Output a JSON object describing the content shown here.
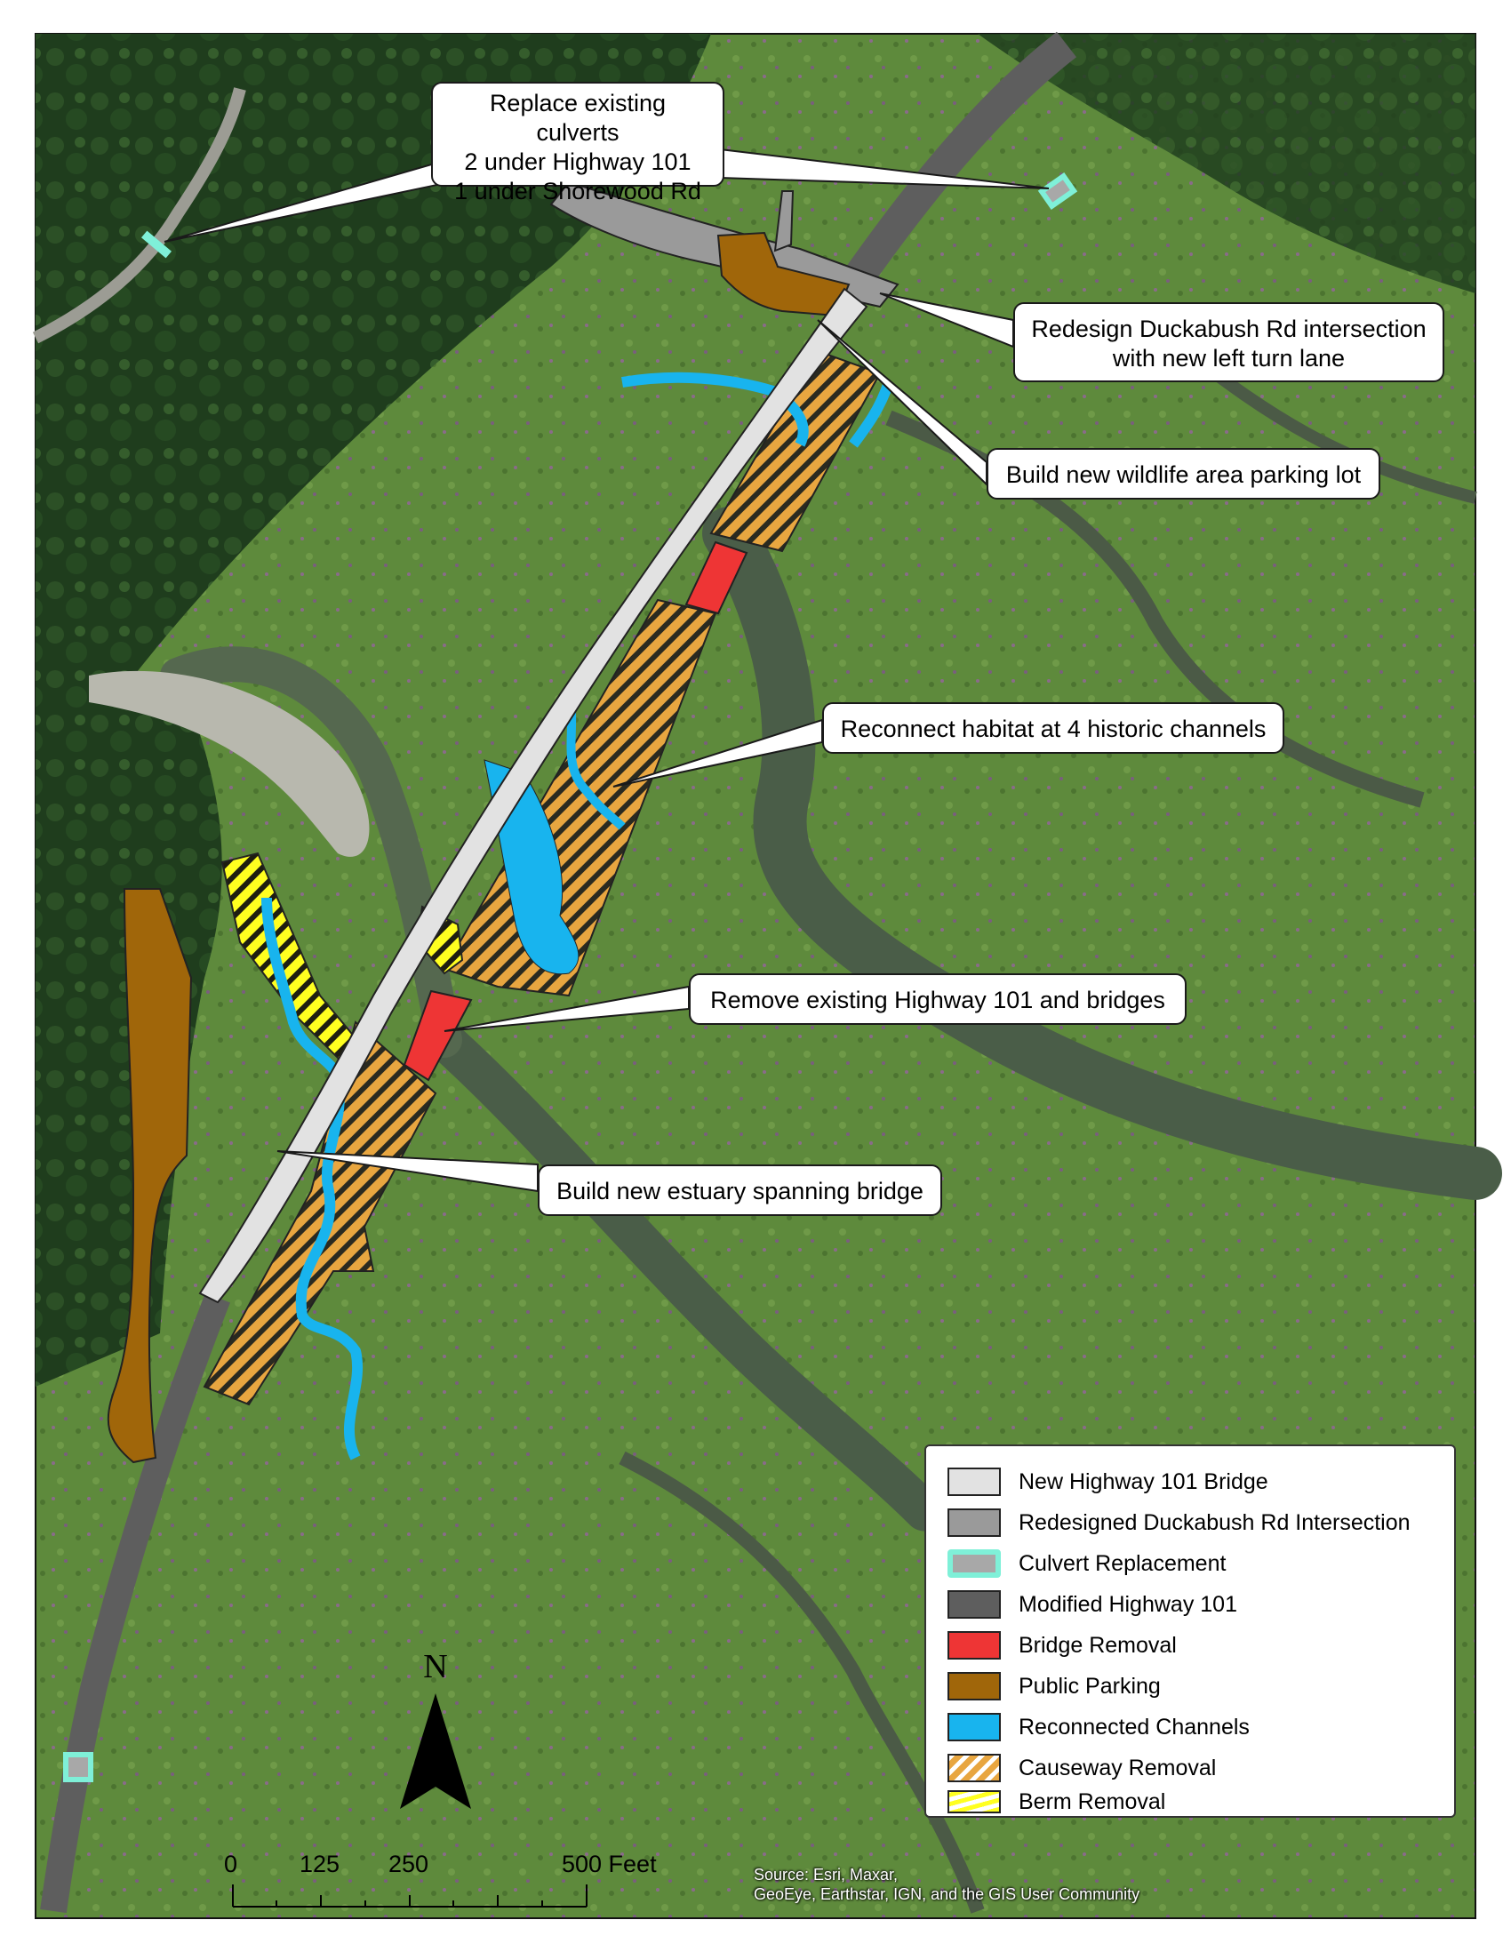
{
  "callouts": {
    "culverts": [
      "Replace existing culverts",
      "2 under Highway 101",
      "1 under Shorewood Rd"
    ],
    "intersection": [
      "Redesign Duckabush Rd intersection",
      "with new left turn lane"
    ],
    "parking": "Build new wildlife area parking lot",
    "habitat": "Reconnect habitat at 4 historic channels",
    "remove": "Remove existing Highway 101 and bridges",
    "bridge": "Build new estuary spanning bridge"
  },
  "legend": {
    "items": [
      {
        "label": "New Highway 101 Bridge",
        "fill": "#e2e2e2",
        "style": "solid"
      },
      {
        "label": "Redesigned Duckabush Rd Intersection",
        "fill": "#9a9a9a",
        "style": "solid"
      },
      {
        "label": "Culvert Replacement",
        "fill": "#a8a8a8",
        "outline": "#7ff0d8",
        "style": "culvert"
      },
      {
        "label": "Modified Highway 101",
        "fill": "#5e5e5e",
        "style": "solid"
      },
      {
        "label": "Bridge Removal",
        "fill": "#ee3535",
        "style": "solid"
      },
      {
        "label": "Public Parking",
        "fill": "#a0660a",
        "style": "solid"
      },
      {
        "label": "Reconnected Channels",
        "fill": "#18b4ee",
        "style": "solid"
      },
      {
        "label": "Causeway Removal",
        "fill": "#e8a640",
        "style": "hatch-orange"
      },
      {
        "label": "Berm Removal",
        "fill": "#ffff00",
        "style": "hatch-yellow"
      }
    ]
  },
  "north_arrow": {
    "label": "N"
  },
  "scale_bar": {
    "ticks": [
      "0",
      "125",
      "250",
      "500 Feet"
    ]
  },
  "source": {
    "lines": [
      "Source: Esri, Maxar,",
      "GeoEye, Earthstar, IGN, and the GIS User Community"
    ]
  },
  "colors": {
    "new_bridge": "#e2e2e2",
    "intersection": "#9a9a9a",
    "culvert_outline": "#7ff0d8",
    "modified_highway": "#5e5e5e",
    "bridge_removal": "#ee3535",
    "public_parking": "#a0660a",
    "reconnected_channels": "#18b4ee",
    "causeway_removal": "#e8a640",
    "berm_removal": "#ffff00"
  }
}
